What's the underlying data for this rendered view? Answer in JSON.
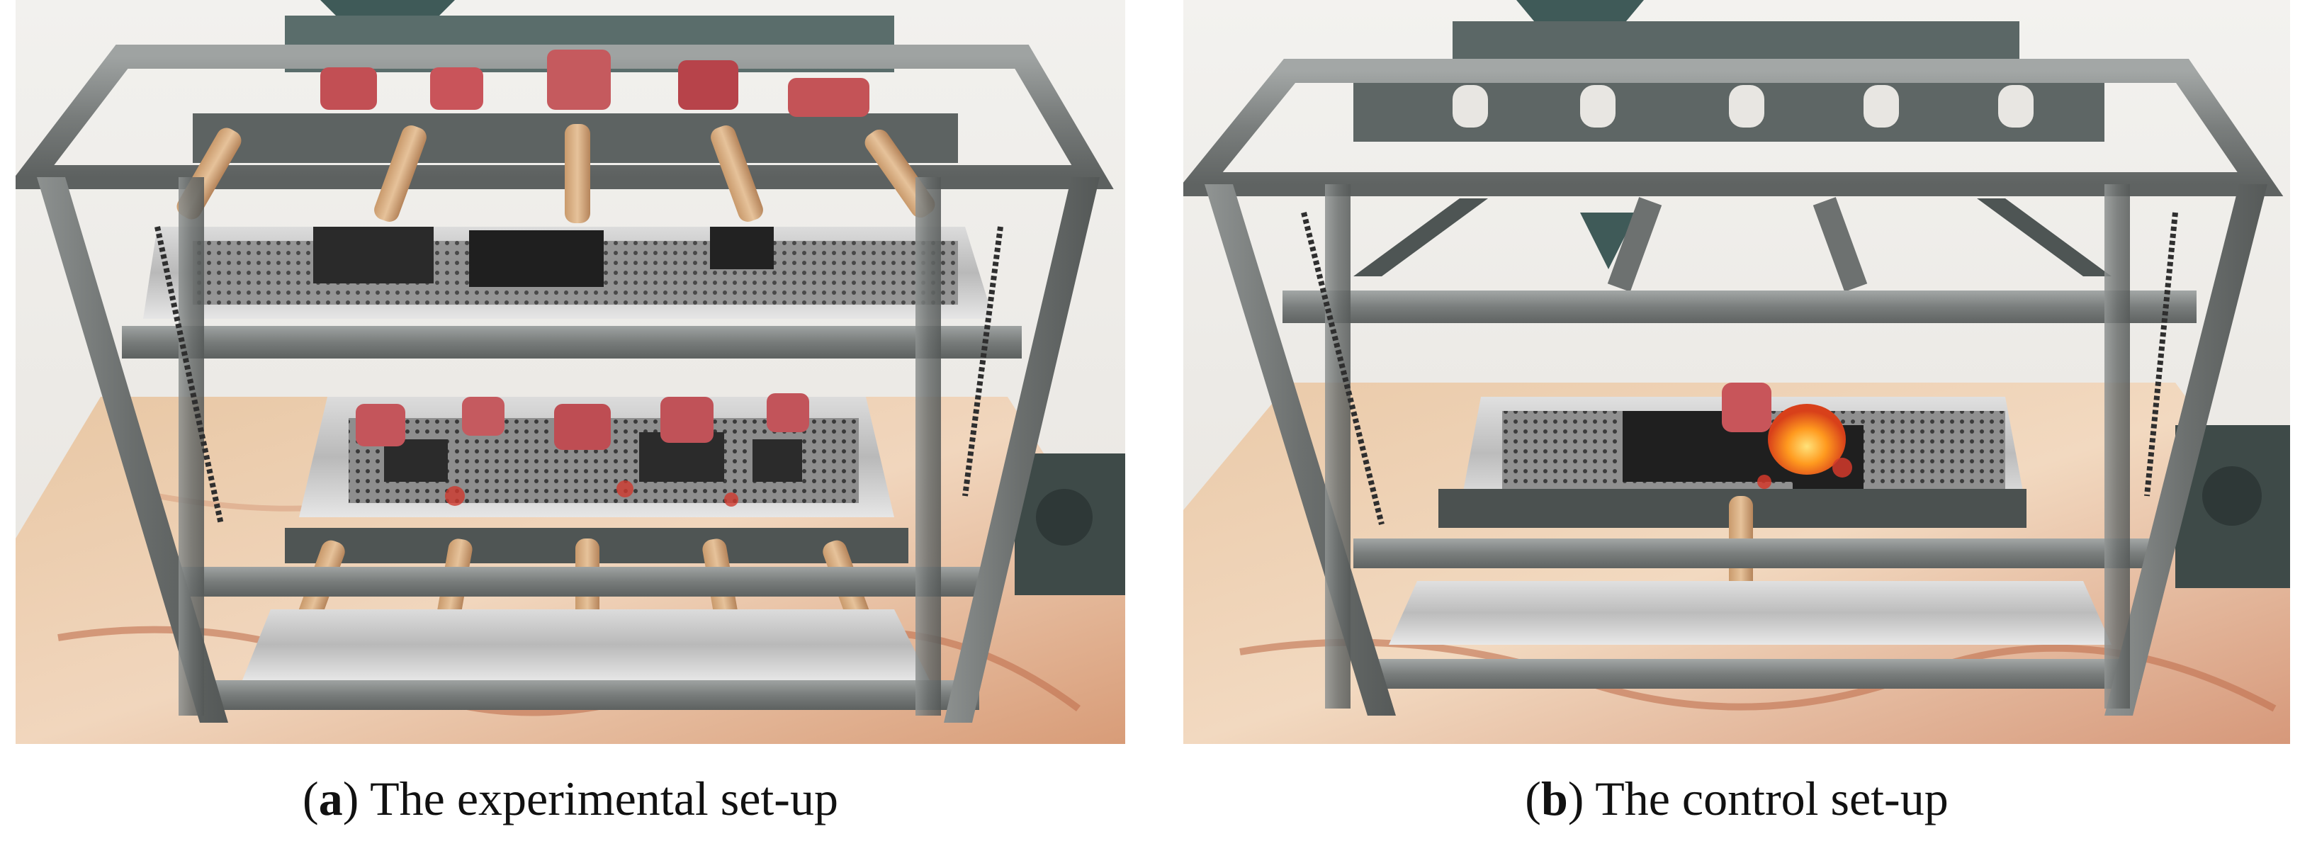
{
  "panels": [
    {
      "letter": "a",
      "caption": "The experimental set-up"
    },
    {
      "letter": "b",
      "caption": "The control set-up"
    }
  ]
}
